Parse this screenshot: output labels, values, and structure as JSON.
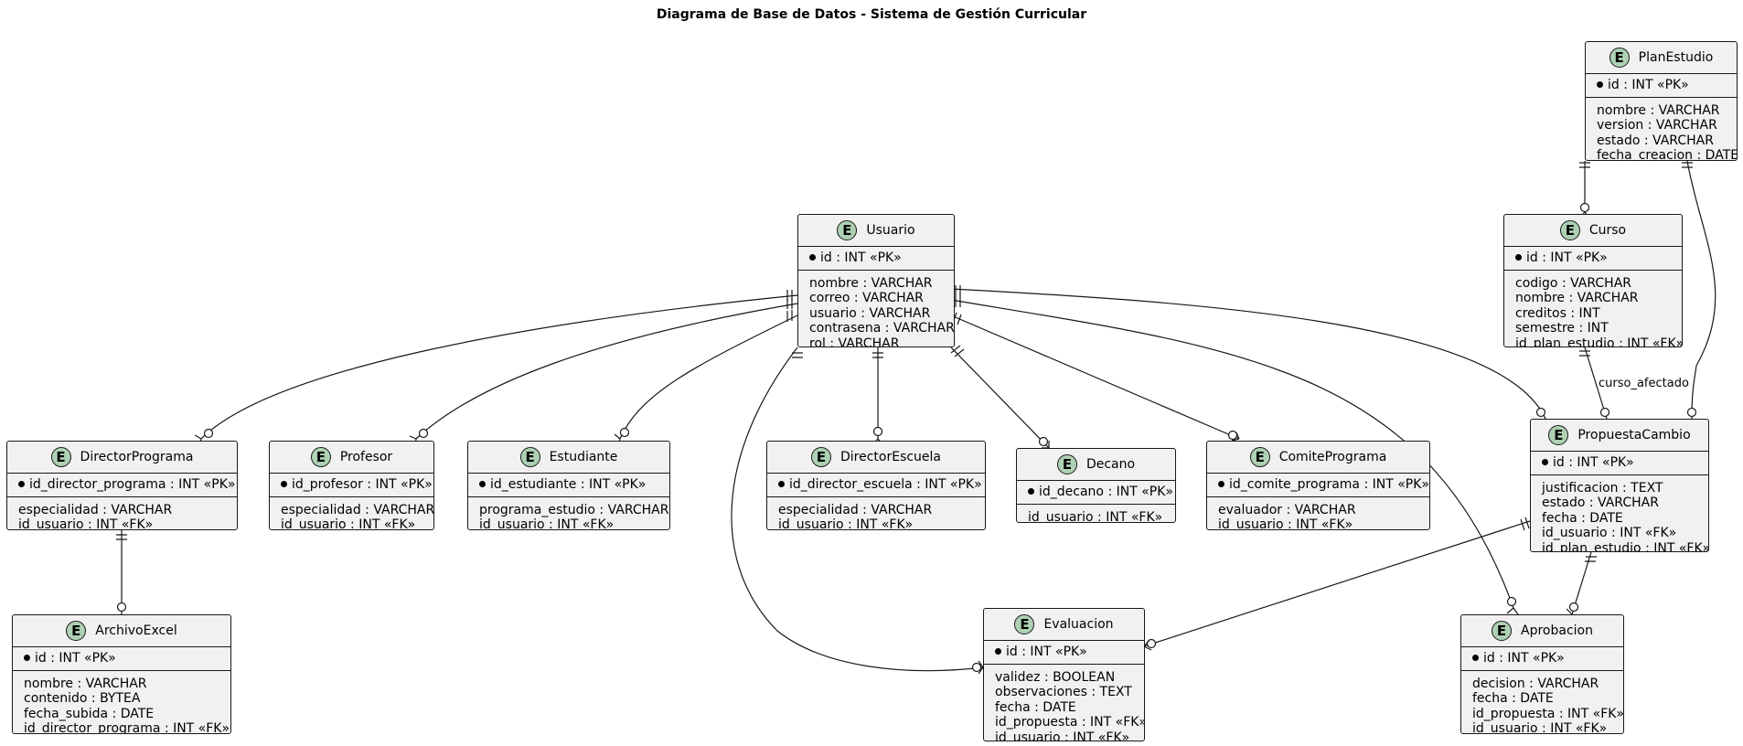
{
  "title": "Diagrama de Base de Datos - Sistema de Gestión Curricular",
  "entity_badge": "E",
  "entities": {
    "plan_estudio": {
      "name": "PlanEstudio",
      "pk": "id : INT «PK»",
      "attrs": [
        "nombre : VARCHAR",
        "version : VARCHAR",
        "estado : VARCHAR",
        "fecha_creacion : DATE"
      ]
    },
    "curso": {
      "name": "Curso",
      "pk": "id : INT «PK»",
      "attrs": [
        "codigo : VARCHAR",
        "nombre : VARCHAR",
        "creditos : INT",
        "semestre : INT",
        "id_plan_estudio : INT «FK»"
      ]
    },
    "usuario": {
      "name": "Usuario",
      "pk": "id : INT «PK»",
      "attrs": [
        "nombre : VARCHAR",
        "correo : VARCHAR",
        "usuario : VARCHAR",
        "contrasena : VARCHAR",
        "rol : VARCHAR"
      ]
    },
    "propuesta_cambio": {
      "name": "PropuestaCambio",
      "pk": "id : INT «PK»",
      "attrs": [
        "justificacion : TEXT",
        "estado : VARCHAR",
        "fecha : DATE",
        "id_usuario : INT «FK»",
        "id_plan_estudio : INT «FK»"
      ]
    },
    "director_programa": {
      "name": "DirectorPrograma",
      "pk": "id_director_programa : INT «PK»",
      "attrs": [
        "especialidad : VARCHAR",
        "id_usuario : INT «FK»"
      ]
    },
    "profesor": {
      "name": "Profesor",
      "pk": "id_profesor : INT «PK»",
      "attrs": [
        "especialidad : VARCHAR",
        "id_usuario : INT «FK»"
      ]
    },
    "estudiante": {
      "name": "Estudiante",
      "pk": "id_estudiante : INT «PK»",
      "attrs": [
        "programa_estudio : VARCHAR",
        "id_usuario : INT «FK»"
      ]
    },
    "director_escuela": {
      "name": "DirectorEscuela",
      "pk": "id_director_escuela : INT «PK»",
      "attrs": [
        "especialidad : VARCHAR",
        "id_usuario : INT «FK»"
      ]
    },
    "decano": {
      "name": "Decano",
      "pk": "id_decano : INT «PK»",
      "attrs": [
        "id_usuario : INT «FK»"
      ]
    },
    "comite_programa": {
      "name": "ComitePrograma",
      "pk": "id_comite_programa : INT «PK»",
      "attrs": [
        "evaluador : VARCHAR",
        "id_usuario : INT «FK»"
      ]
    },
    "archivo_excel": {
      "name": "ArchivoExcel",
      "pk": "id : INT «PK»",
      "attrs": [
        "nombre : VARCHAR",
        "contenido : BYTEA",
        "fecha_subida : DATE",
        "id_director_programa : INT «FK»"
      ]
    },
    "evaluacion": {
      "name": "Evaluacion",
      "pk": "id : INT «PK»",
      "attrs": [
        "validez : BOOLEAN",
        "observaciones : TEXT",
        "fecha : DATE",
        "id_propuesta : INT «FK»",
        "id_usuario : INT «FK»"
      ]
    },
    "aprobacion": {
      "name": "Aprobacion",
      "pk": "id : INT «PK»",
      "attrs": [
        "decision : VARCHAR",
        "fecha : DATE",
        "id_propuesta : INT «FK»",
        "id_usuario : INT «FK»"
      ]
    }
  },
  "relationship_labels": {
    "curso_afectado": "curso_afectado"
  }
}
